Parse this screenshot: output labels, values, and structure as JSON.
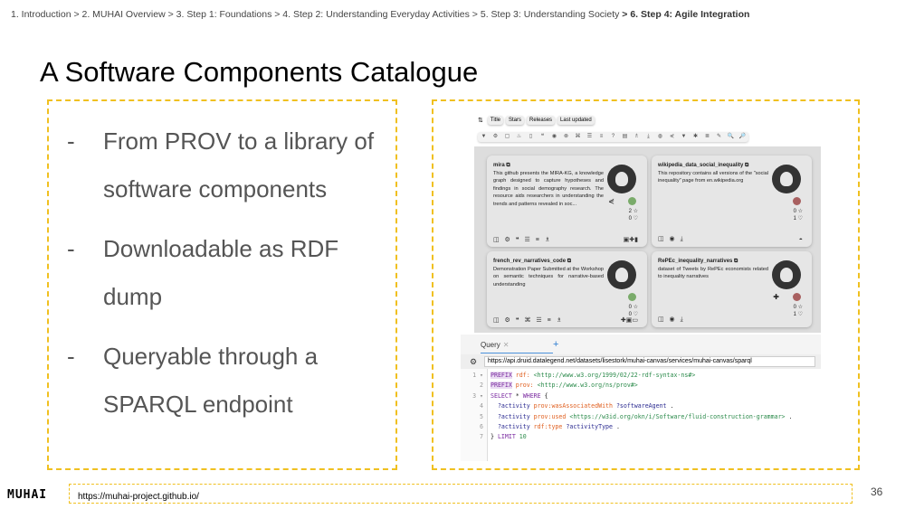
{
  "breadcrumb": {
    "items": "1. Introduction > 2. MUHAI Overview > 3. Step 1: Foundations > 4. Step 2: Understanding Everyday Activities > 5. Step 3: Understanding Society",
    "current": "> 6. Step 4: Agile Integration"
  },
  "title": "A Software Components Catalogue",
  "bullets": [
    {
      "dash": "-",
      "text": "From PROV to a library of software components"
    },
    {
      "dash": "-",
      "text": "Downloadable as RDF dump"
    },
    {
      "dash": "-",
      "text": "Queryable through a SPARQL endpoint"
    }
  ],
  "catalog": {
    "sort_icon": "⇅",
    "sort_options": [
      "Title",
      "Stars",
      "Releases",
      "Last updated"
    ],
    "toolbar_icons": [
      "▼",
      "⚙",
      "▢",
      "♨",
      "▯",
      "❝",
      "◉",
      "⊗",
      "⌘",
      "☰",
      "≡",
      "?",
      "▤",
      "♗",
      "⤓",
      "◍",
      "⋞",
      "▼",
      "✱",
      "≣",
      "✎",
      "🔍",
      "🔎"
    ],
    "cards": [
      {
        "name": "mira ⧉",
        "desc": "This github presents the MIRA-KG, a knowledge graph designed to capture hypotheses and findings in social demography research. The resource aids researchers in understanding the trends and patterns revealed in soc...",
        "status_color": "#7aab6a",
        "stars": "2 ☆",
        "releases": "0 ♡",
        "mid": "⋞",
        "icons": "◫ ⚙ ❝ ☰ ≡ ♗",
        "right": "▣✚▮"
      },
      {
        "name": "wikipedia_data_social_inequality ⧉",
        "desc": "This repository contains all versions of the \"social inequality\" page from en.wikipedia.org",
        "status_color": "#a86060",
        "stars": "0 ☆",
        "releases": "1 ♡",
        "mid": "",
        "icons": "◫ ◉ ⤓",
        "right": "◓"
      },
      {
        "name": "french_rev_narratives_code ⧉",
        "desc": "Demonstration Paper Submitted at the Workshop on semantic techniques for narrative-based understanding",
        "status_color": "#7aab6a",
        "stars": "0 ☆",
        "releases": "0 ♡",
        "mid": "",
        "icons": "◫ ⚙ ❝ ⌘ ☰ ≡ ♗",
        "right": "✚▣▭"
      },
      {
        "name": "RePEc_inequality_narratives ⧉",
        "desc": "dataset of Tweets by RePEc economists related to inequality narratives",
        "status_color": "#a86060",
        "stars": "0 ☆",
        "releases": "1 ♡",
        "mid": "✚",
        "icons": "◫ ◉ ⤓",
        "right": ""
      }
    ]
  },
  "query": {
    "tab": "Query",
    "close": "✕",
    "add": "+",
    "gear": "⚙",
    "endpoint": "https://api.druid.datalegend.net/datasets/lisestork/muhai-canvas/services/muhai-canvas/sparql",
    "gutter": [
      "1 ▾",
      "2",
      "3 ▾",
      "4",
      "5",
      "6",
      "7"
    ],
    "lines": [
      [
        [
          "PREFIX",
          "pfx"
        ],
        [
          " rdf: ",
          "pn"
        ],
        [
          "<http://www.w3.org/1999/02/22-rdf-syntax-ns#>",
          "iri"
        ]
      ],
      [
        [
          "PREFIX",
          "pfx"
        ],
        [
          " prov: ",
          "pn"
        ],
        [
          "<http://www.w3.org/ns/prov#>",
          "iri"
        ]
      ],
      [
        [
          "SELECT",
          "kw"
        ],
        [
          " * ",
          "pl"
        ],
        [
          "WHERE",
          "kw"
        ],
        [
          " {",
          "pl"
        ]
      ],
      [
        [
          "  ?activity ",
          "var"
        ],
        [
          "prov:wasAssociatedWith ",
          "pn"
        ],
        [
          "?softwareAgent",
          "var"
        ],
        [
          " .",
          "pl"
        ]
      ],
      [
        [
          "  ?activity ",
          "var"
        ],
        [
          "prov:used ",
          "pn"
        ],
        [
          "<https://w3id.org/okn/i/Software/fluid-construction-grammar>",
          "iri"
        ],
        [
          " .",
          "pl"
        ]
      ],
      [
        [
          "  ?activity ",
          "var"
        ],
        [
          "rdf:type ",
          "pn"
        ],
        [
          "?activityType",
          "var"
        ],
        [
          " .",
          "pl"
        ]
      ],
      [
        [
          "} ",
          "pl"
        ],
        [
          "LIMIT",
          "kw"
        ],
        [
          " 10",
          "num"
        ]
      ]
    ]
  },
  "footer": {
    "logo": "MUHAI",
    "url": "https://muhai-project.github.io/",
    "page": "36"
  }
}
